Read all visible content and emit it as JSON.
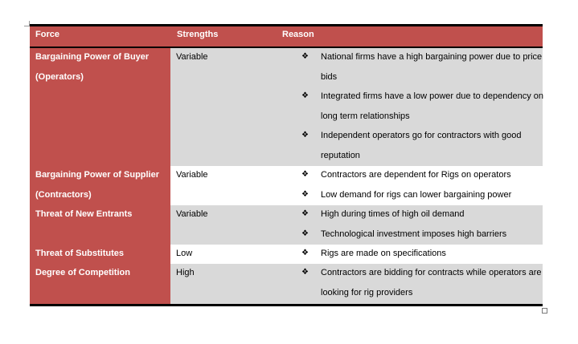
{
  "headers": {
    "force": "Force",
    "strengths": "Strengths",
    "reason": "Reason"
  },
  "bullet_glyph": "❖",
  "rows": [
    {
      "force": [
        "Bargaining Power of Buyer",
        "(Operators)"
      ],
      "strength": "Variable",
      "reasons": [
        [
          "National firms have a high bargaining power due to price",
          "bids"
        ],
        [
          "Integrated firms have a low power due to dependency on",
          "long term relationships"
        ],
        [
          "Independent operators go for contractors with good",
          "reputation"
        ]
      ]
    },
    {
      "force": [
        "Bargaining Power of Supplier",
        "(Contractors)"
      ],
      "strength": "Variable",
      "reasons": [
        [
          "Contractors are dependent for Rigs on operators"
        ],
        [
          "Low demand for rigs can lower bargaining power"
        ]
      ]
    },
    {
      "force": [
        "Threat of New Entrants"
      ],
      "strength": "Variable",
      "reasons": [
        [
          "High during times of high oil demand"
        ],
        [
          "Technological investment imposes high barriers"
        ]
      ]
    },
    {
      "force": [
        "Threat of Substitutes"
      ],
      "strength": "Low",
      "reasons": [
        [
          "Rigs are made on specifications"
        ]
      ]
    },
    {
      "force": [
        "Degree of Competition"
      ],
      "strength": "High",
      "reasons": [
        [
          "Contractors are bidding for contracts while operators are",
          "looking for rig providers"
        ]
      ]
    }
  ]
}
